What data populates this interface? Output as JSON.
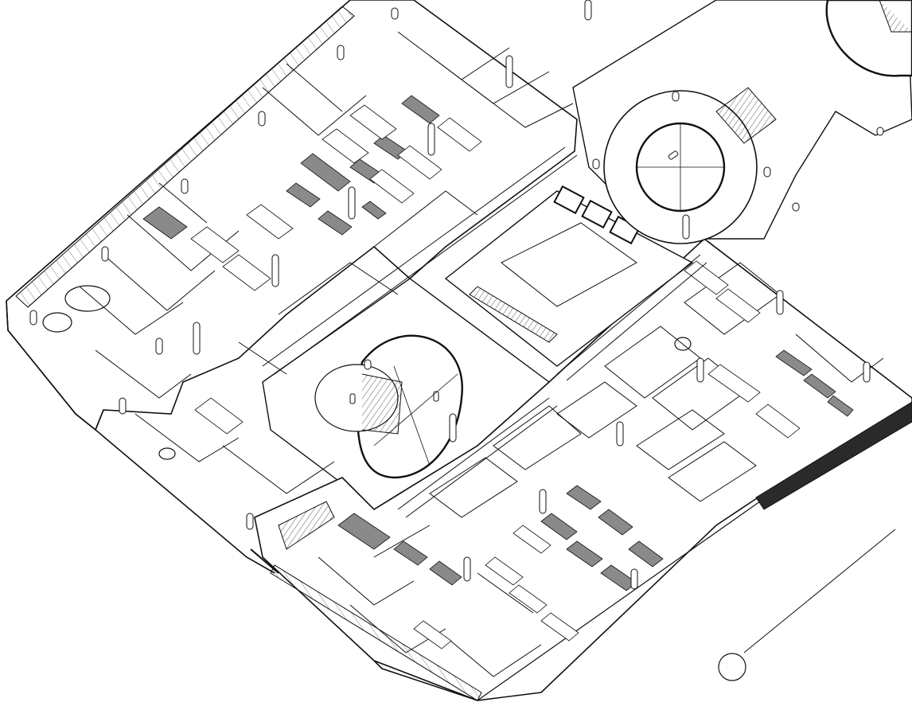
{
  "drawing": {
    "kind": "isometric-floor-plan",
    "labels_present": false
  },
  "colors": {
    "background": "#ffffff",
    "line": "#111111",
    "floor": "#ffffff",
    "highlight_furniture": "#8a8a8a",
    "dark_band": "#2a2a2a"
  },
  "features": {
    "circular_rotunda_count": 3,
    "gray_workstation_clusters": 20,
    "white_workstation_clusters": 16,
    "structural_columns": 30,
    "perimeter_curtain_wall": true
  }
}
